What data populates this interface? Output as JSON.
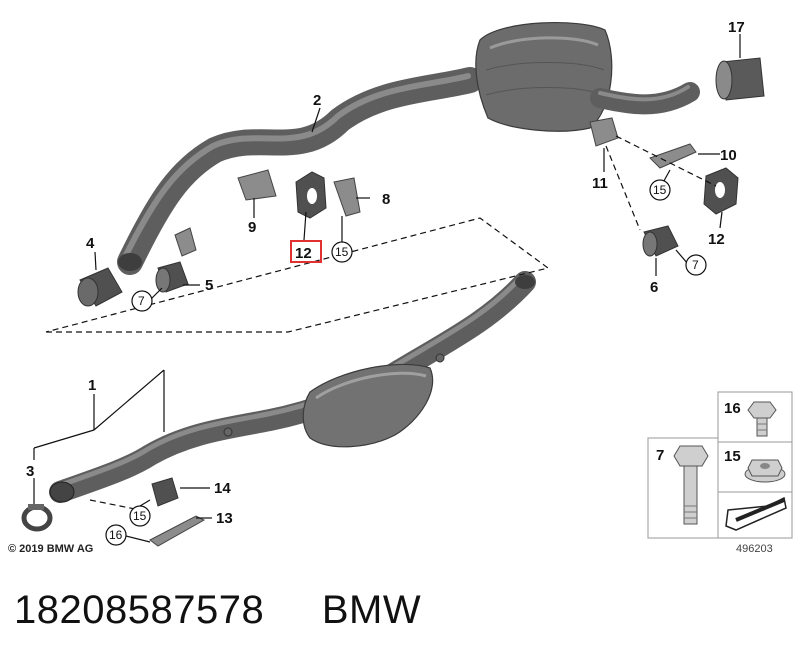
{
  "diagram": {
    "callouts": {
      "p1": "1",
      "p2": "2",
      "p3": "3",
      "p4": "4",
      "p5": "5",
      "p6": "6",
      "p7": "7",
      "p8": "8",
      "p9": "9",
      "p10": "10",
      "p11": "11",
      "p12a": "12",
      "p12b": "12",
      "p13": "13",
      "p14": "14",
      "p16": "16",
      "p17": "17"
    },
    "circled": {
      "c7a": "7",
      "c7b": "7",
      "c15a": "15",
      "c15b": "15",
      "c15c": "15",
      "c16": "16"
    },
    "legend": {
      "l16": "16",
      "l7": "7",
      "l15": "15"
    },
    "highlight_color": "#e03030"
  },
  "copyright": "© 2019 BMW AG",
  "image_id": "496203",
  "footer": {
    "part_number": "18208587578",
    "brand": "BMW"
  }
}
